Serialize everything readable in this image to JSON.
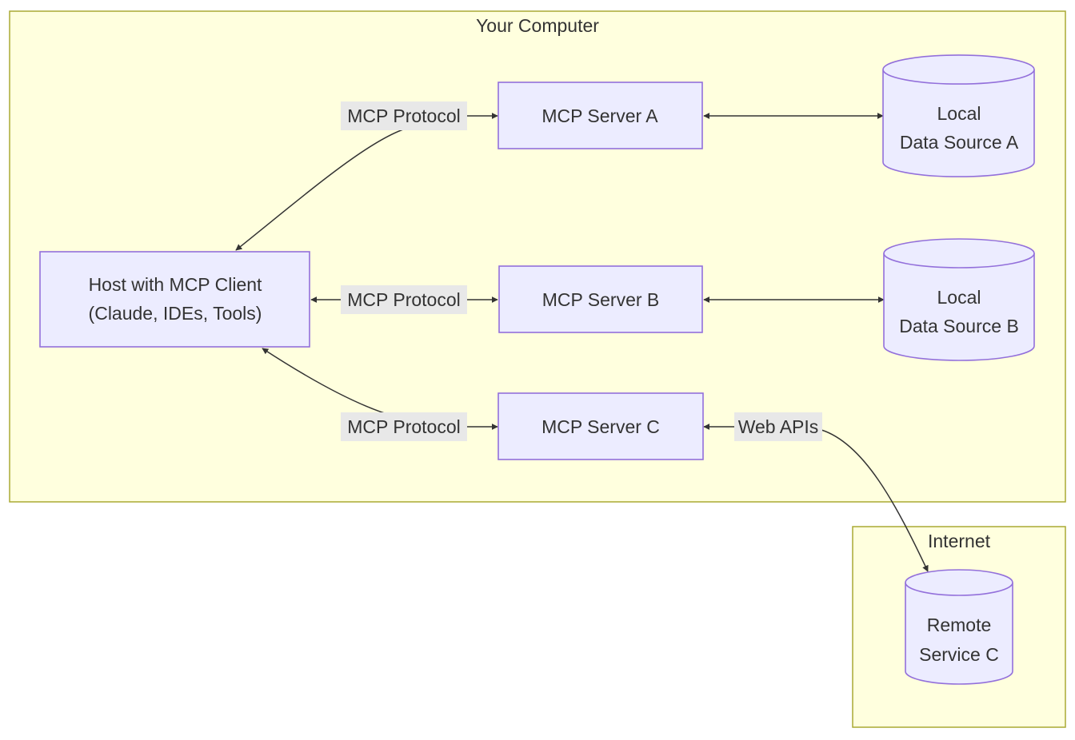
{
  "clusters": {
    "computer": {
      "title": "Your Computer"
    },
    "internet": {
      "title": "Internet"
    }
  },
  "nodes": {
    "host": {
      "line1": "Host with MCP Client",
      "line2": "(Claude, IDEs, Tools)"
    },
    "server_a": {
      "label": "MCP Server A"
    },
    "server_b": {
      "label": "MCP Server B"
    },
    "server_c": {
      "label": "MCP Server C"
    },
    "data_a": {
      "line1": "Local",
      "line2": "Data Source A"
    },
    "data_b": {
      "line1": "Local",
      "line2": "Data Source B"
    },
    "remote_c": {
      "line1": "Remote",
      "line2": "Service C"
    }
  },
  "edges": {
    "host_a": {
      "label": "MCP Protocol"
    },
    "host_b": {
      "label": "MCP Protocol"
    },
    "host_c": {
      "label": "MCP Protocol"
    },
    "c_remote": {
      "label": "Web APIs"
    }
  },
  "colors": {
    "cluster_fill": "#ffffde",
    "cluster_stroke": "#aaaa33",
    "node_fill": "#ececff",
    "node_stroke": "#9370db",
    "edge": "#333333",
    "edge_label_bg": "#e8e8e8"
  }
}
